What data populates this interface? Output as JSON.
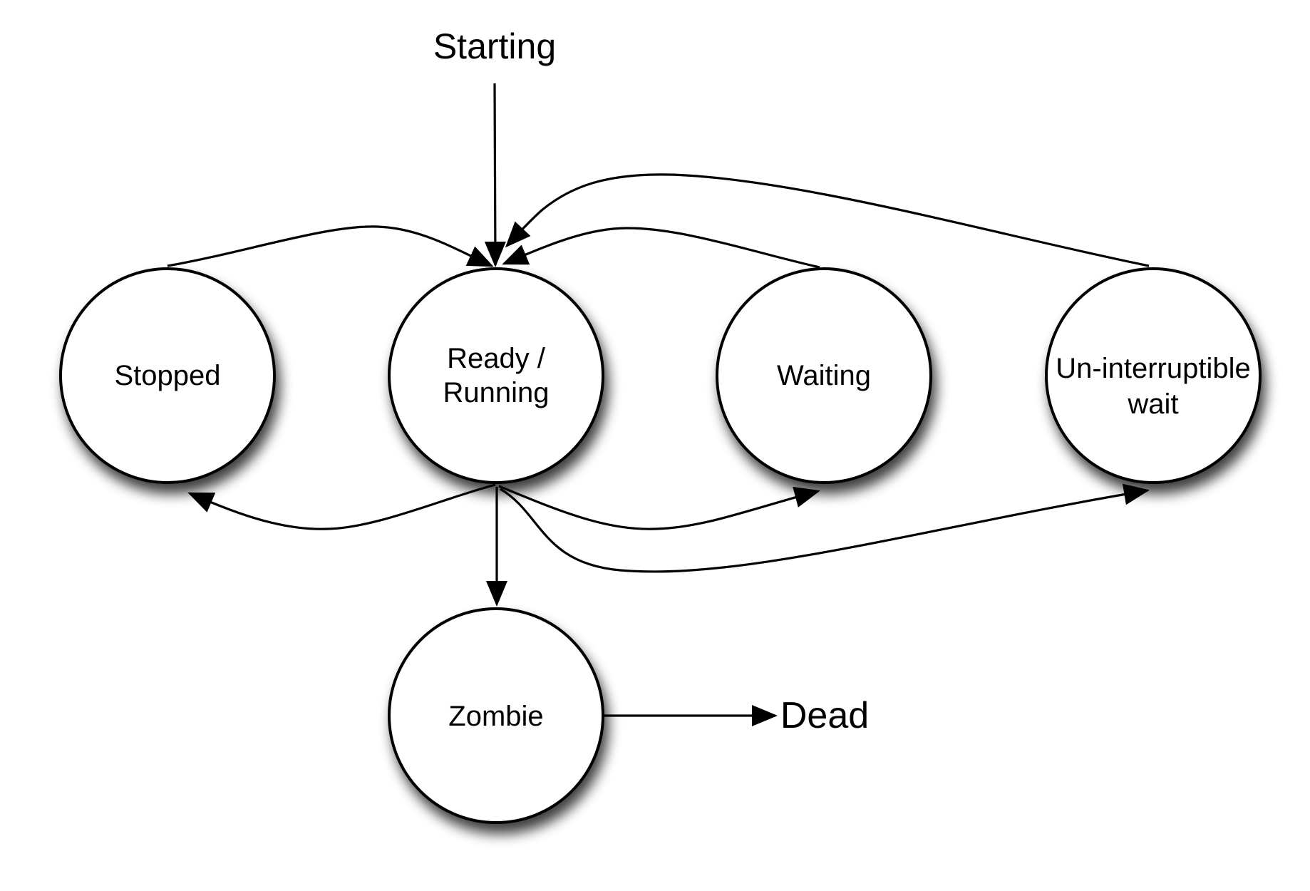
{
  "diagram": {
    "type": "state-transition",
    "terminals": {
      "start": "Starting",
      "end": "Dead"
    },
    "states": {
      "stopped": {
        "lines": [
          "Stopped"
        ]
      },
      "ready_running": {
        "lines": [
          "Ready /",
          "Running"
        ]
      },
      "waiting": {
        "lines": [
          "Waiting"
        ]
      },
      "uninterruptible": {
        "lines": [
          "Un-interruptible",
          "wait"
        ]
      },
      "zombie": {
        "lines": [
          "Zombie"
        ]
      }
    },
    "transitions": [
      {
        "from": "Starting",
        "to": "Ready / Running"
      },
      {
        "from": "Stopped",
        "to": "Ready / Running"
      },
      {
        "from": "Waiting",
        "to": "Ready / Running"
      },
      {
        "from": "Un-interruptible wait",
        "to": "Ready / Running"
      },
      {
        "from": "Ready / Running",
        "to": "Stopped"
      },
      {
        "from": "Ready / Running",
        "to": "Waiting"
      },
      {
        "from": "Ready / Running",
        "to": "Un-interruptible wait"
      },
      {
        "from": "Ready / Running",
        "to": "Zombie"
      },
      {
        "from": "Zombie",
        "to": "Dead"
      }
    ]
  }
}
